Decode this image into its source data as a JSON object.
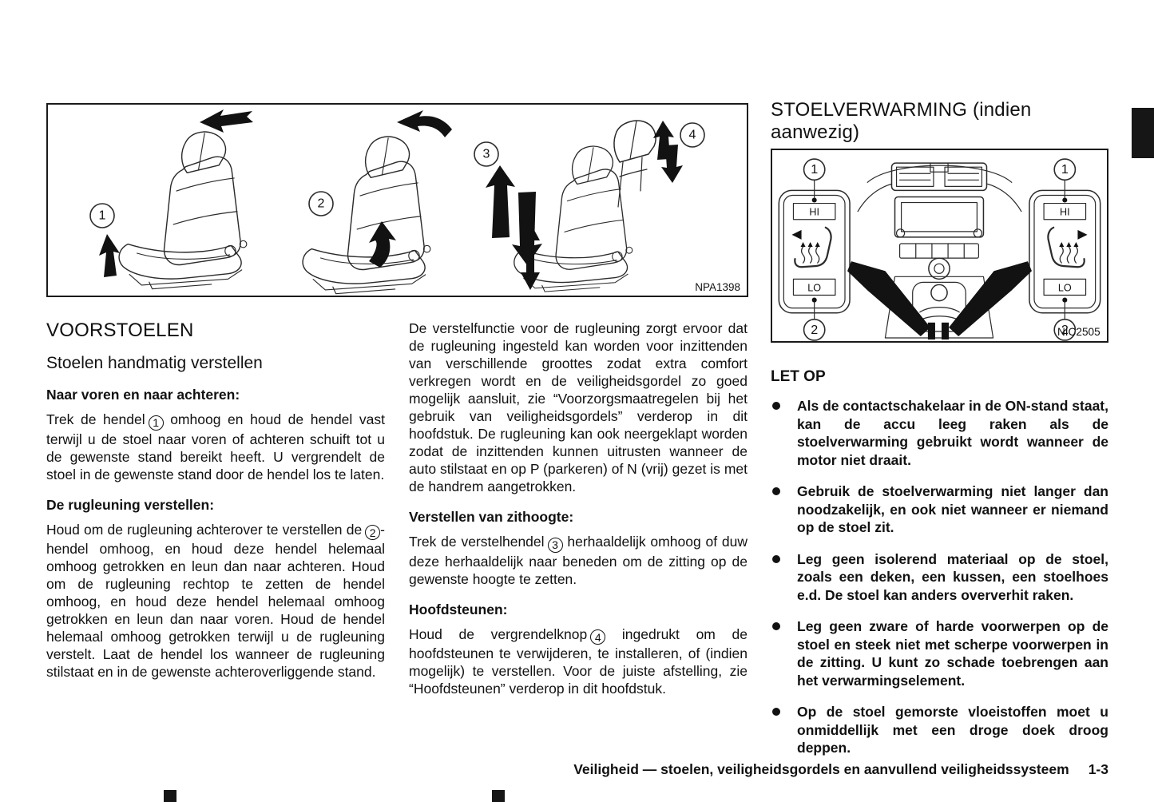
{
  "figures": {
    "seats": {
      "label": "NPA1398",
      "c1": "1",
      "c2": "2",
      "c3": "3",
      "c4": "4"
    },
    "heater": {
      "label": "NIC2505",
      "c1": "1",
      "c2": "2",
      "hi": "HI",
      "lo": "LO"
    }
  },
  "left_column": {
    "title": "VOORSTOELEN",
    "subtitle": "Stoelen handmatig verstellen",
    "sections": [
      {
        "heading": "Naar voren en naar achteren:",
        "before": "Trek de hendel",
        "callout": "1",
        "after": " omhoog en houd de hendel vast terwijl u de stoel naar voren of achteren schuift tot u de gewenste stand bereikt heeft. U vergrendelt de stoel in de gewenste stand door de hendel los te laten."
      },
      {
        "heading": "De rugleuning verstellen:",
        "before": "Houd om de rugleuning achterover te verstellen de",
        "callout": "2",
        "after": "-hendel omhoog, en houd deze hendel helemaal omhoog getrokken en leun dan naar achteren. Houd om de rugleuning rechtop te zetten de hendel omhoog, en houd deze hendel helemaal omhoog getrokken en leun dan naar voren. Houd de hendel helemaal omhoog getrokken terwijl u de rugleuning verstelt. Laat de hendel los wanneer de rugleuning stilstaat en in de gewenste achteroverliggende stand."
      }
    ]
  },
  "middle_column": {
    "intro": "De verstelfunctie voor de rugleuning zorgt ervoor dat de rugleuning ingesteld kan worden voor inzittenden van verschillende groottes zodat extra comfort verkregen wordt en de veiligheidsgordel zo goed mogelijk aansluit, zie “Voorzorgsmaatregelen bij het gebruik van veiligheidsgordels” verderop in dit hoofdstuk. De rugleuning kan ook neergeklapt worden zodat de inzittenden kunnen uitrusten wanneer de auto stilstaat en op P (parkeren) of N (vrij) gezet is met de handrem aangetrokken.",
    "sections": [
      {
        "heading": "Verstellen van zithoogte:",
        "before": "Trek de verstelhendel",
        "callout": "3",
        "after": " herhaaldelijk omhoog of duw deze herhaaldelijk naar beneden om de zitting op de gewenste hoogte te zetten."
      },
      {
        "heading": "Hoofdsteunen:",
        "before": "Houd de vergrendelknop",
        "callout": "4",
        "after": " ingedrukt om de hoofdsteunen te verwijderen, te installeren, of (indien mogelijk) te verstellen. Voor de juiste afstelling, zie “Hoofdsteunen” verderop in dit hoofdstuk."
      }
    ]
  },
  "right_column": {
    "title": "STOELVERWARMING (indien aanwezig)",
    "caution_title": "LET OP",
    "bullets": [
      "Als de contactschakelaar in de ON-stand staat, kan de accu leeg raken als de stoelverwarming gebruikt wordt wanneer de motor niet draait.",
      "Gebruik de stoelverwarming niet langer dan noodzakelijk, en ook niet wanneer er niemand op de stoel zit.",
      "Leg geen isolerend materiaal op de stoel, zoals een deken, een kussen, een stoelhoes e.d. De stoel kan anders oververhit raken.",
      "Leg geen zware of harde voorwerpen op de stoel en steek niet met scherpe voorwerpen in de zitting. U kunt zo schade toebrengen aan het verwarmingselement.",
      "Op de stoel gemorste vloeistoffen moet u onmiddellijk met een droge doek droog deppen."
    ]
  },
  "footer": {
    "text": "Veiligheid — stoelen, veiligheidsgordels en aanvullend veiligheidssysteem",
    "page_number": "1-3"
  }
}
